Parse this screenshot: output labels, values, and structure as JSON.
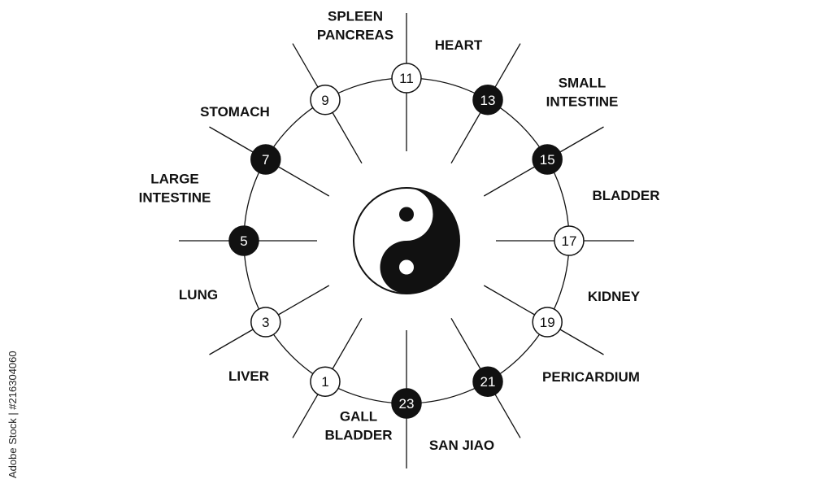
{
  "diagram": {
    "center_symbol": "yin-yang-icon",
    "colors": {
      "line": "#111111",
      "filled": "#111111",
      "hollow": "#ffffff"
    },
    "hours": [
      {
        "hour": "1",
        "organ_lines": [
          "LIVER"
        ],
        "filled": false
      },
      {
        "hour": "3",
        "organ_lines": [
          "LUNG"
        ],
        "filled": false
      },
      {
        "hour": "5",
        "organ_lines": [
          "LARGE",
          "INTESTINE"
        ],
        "filled": true
      },
      {
        "hour": "7",
        "organ_lines": [
          "STOMACH"
        ],
        "filled": true
      },
      {
        "hour": "9",
        "organ_lines": [
          "SPLEEN",
          "PANCREAS"
        ],
        "filled": false
      },
      {
        "hour": "11",
        "organ_lines": [
          "HEART"
        ],
        "filled": false
      },
      {
        "hour": "13",
        "organ_lines": [
          "SMALL",
          "INTESTINE"
        ],
        "filled": true
      },
      {
        "hour": "15",
        "organ_lines": [
          "BLADDER"
        ],
        "filled": true
      },
      {
        "hour": "17",
        "organ_lines": [
          "KIDNEY"
        ],
        "filled": false
      },
      {
        "hour": "19",
        "organ_lines": [
          "PERICARDIUM"
        ],
        "filled": false
      },
      {
        "hour": "21",
        "organ_lines": [
          "SAN JIAO"
        ],
        "filled": true
      },
      {
        "hour": "23",
        "organ_lines": [
          "GALL",
          "BLADDER"
        ],
        "filled": true
      }
    ]
  },
  "watermark": {
    "text": "Adobe Stock | #216304060"
  }
}
